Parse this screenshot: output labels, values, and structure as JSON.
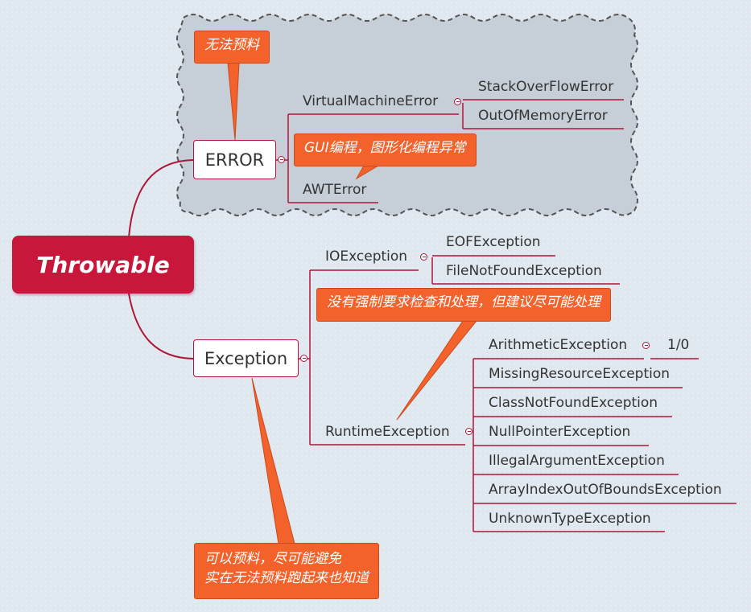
{
  "root": {
    "label": "Throwable"
  },
  "error": {
    "label": "ERROR",
    "note": "无法预料",
    "children": {
      "vme": "VirtualMachineError",
      "vme_children": [
        "StackOverFlowError",
        "OutOfMemoryError"
      ],
      "awt_note": "GUI编程，图形化编程异常",
      "awt": "AWTError"
    }
  },
  "exception": {
    "label": "Exception",
    "note_line1": "可以预料，尽可能避免",
    "note_line2": "实在无法预料跑起来也知道",
    "io": "IOException",
    "io_children": [
      "EOFException",
      "FileNotFoundException"
    ],
    "runtime_note": "没有强制要求检查和处理，但建议尽可能处理",
    "runtime": "RuntimeException",
    "runtime_children": [
      "ArithmeticException",
      "MissingResourceException",
      "ClassNotFoundException",
      "NullPointerException",
      "IllegalArgumentException",
      "ArrayIndexOutOfBoundsException",
      "UnknownTypeException"
    ],
    "arith_note": "1/0"
  }
}
